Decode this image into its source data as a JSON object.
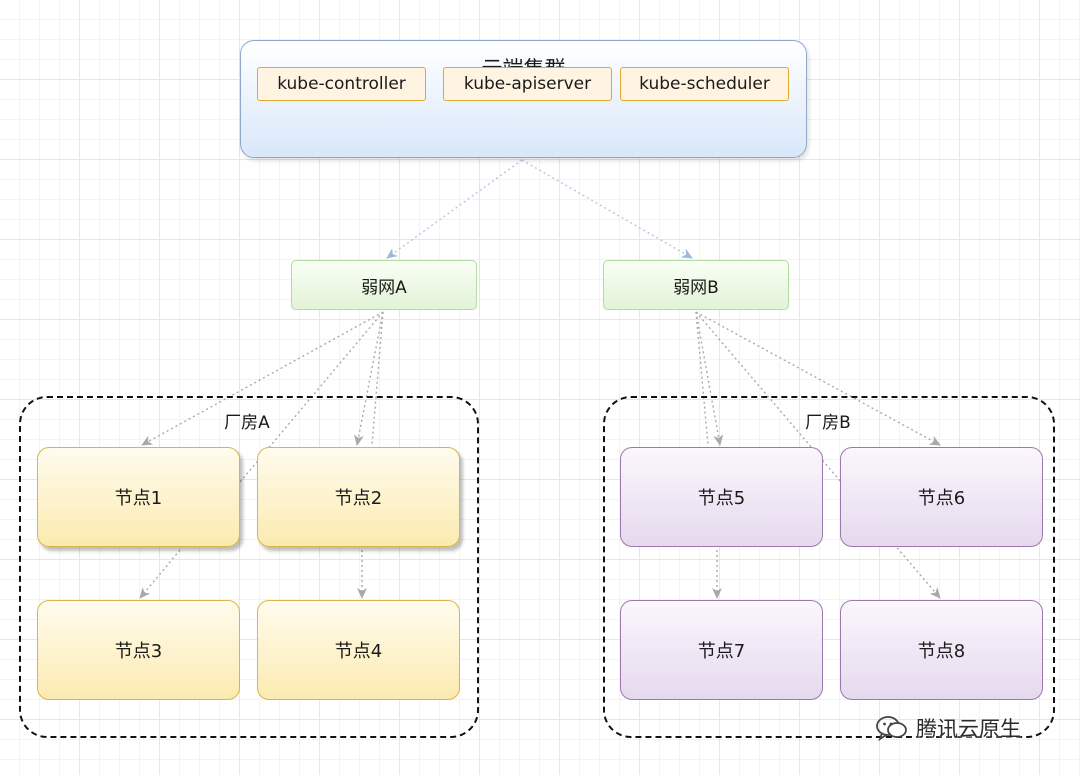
{
  "cloud": {
    "title": "云端集群",
    "components": [
      "kube-controller",
      "kube-apiserver",
      "kube-scheduler"
    ]
  },
  "networks": [
    "弱网A",
    "弱网B"
  ],
  "factories": [
    "厂房A",
    "厂房B"
  ],
  "nodes": [
    "节点1",
    "节点2",
    "节点3",
    "节点4",
    "节点5",
    "节点6",
    "节点7",
    "节点8"
  ],
  "watermark": "腾讯云原生",
  "colors": {
    "cloud_border": "#8ea9c9",
    "component_border": "#e0a82c",
    "network_border": "#b3dba3",
    "factory_a_node": "#fbeab0",
    "factory_b_node": "#e5d9ee",
    "edge": "#9e9e9e",
    "edge_cloud": "#a9bfdc"
  }
}
